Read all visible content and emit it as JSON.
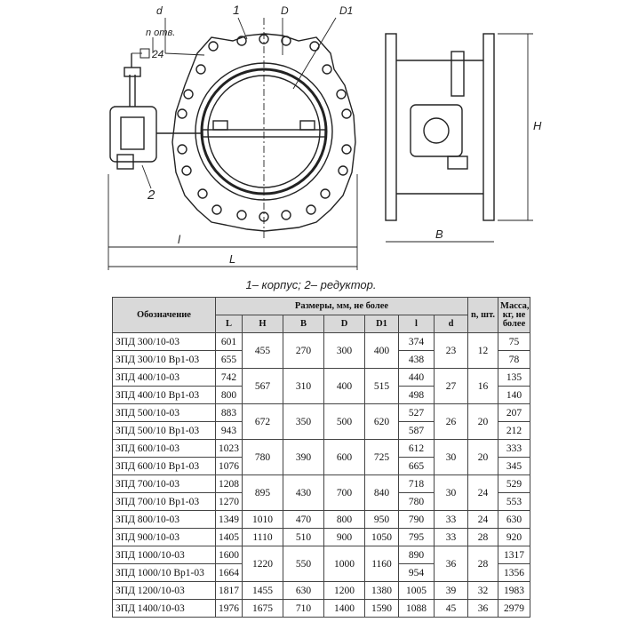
{
  "drawing": {
    "labels": {
      "d": "d",
      "n_otv": "n отв.",
      "one": "1",
      "D": "D",
      "D1": "D1",
      "square": "24",
      "two": "2",
      "l": "l",
      "L": "L",
      "B": "B",
      "H": "H"
    }
  },
  "caption": "1– корпус; 2– редуктор.",
  "table": {
    "headers": {
      "designation": "Обозначение",
      "dimensions": "Размеры, мм, не более",
      "n": "n, шт.",
      "mass": "Масса, кг, не более",
      "L": "L",
      "H": "H",
      "B": "B",
      "D": "D",
      "D1": "D1",
      "l": "l",
      "d": "d"
    },
    "groups": [
      {
        "rows": [
          {
            "name": "ЗПД 300/10-03",
            "L": "601",
            "l": "374",
            "mass": "75"
          },
          {
            "name": "ЗПД 300/10 Вр1-03",
            "L": "655",
            "l": "438",
            "mass": "78"
          }
        ],
        "H": "455",
        "B": "270",
        "D": "300",
        "D1": "400",
        "d": "23",
        "n": "12"
      },
      {
        "rows": [
          {
            "name": "ЗПД 400/10-03",
            "L": "742",
            "l": "440",
            "mass": "135"
          },
          {
            "name": "ЗПД 400/10 Вр1-03",
            "L": "800",
            "l": "498",
            "mass": "140"
          }
        ],
        "H": "567",
        "B": "310",
        "D": "400",
        "D1": "515",
        "d": "27",
        "n": "16"
      },
      {
        "rows": [
          {
            "name": "ЗПД 500/10-03",
            "L": "883",
            "l": "527",
            "mass": "207"
          },
          {
            "name": "ЗПД 500/10 Вр1-03",
            "L": "943",
            "l": "587",
            "mass": "212"
          }
        ],
        "H": "672",
        "B": "350",
        "D": "500",
        "D1": "620",
        "d": "26",
        "n": "20"
      },
      {
        "rows": [
          {
            "name": "ЗПД 600/10-03",
            "L": "1023",
            "l": "612",
            "mass": "333"
          },
          {
            "name": "ЗПД 600/10 Вр1-03",
            "L": "1076",
            "l": "665",
            "mass": "345"
          }
        ],
        "H": "780",
        "B": "390",
        "D": "600",
        "D1": "725",
        "d": "30",
        "n": "20"
      },
      {
        "rows": [
          {
            "name": "ЗПД 700/10-03",
            "L": "1208",
            "l": "718",
            "mass": "529"
          },
          {
            "name": "ЗПД 700/10 Вр1-03",
            "L": "1270",
            "l": "780",
            "mass": "553"
          }
        ],
        "H": "895",
        "B": "430",
        "D": "700",
        "D1": "840",
        "d": "30",
        "n": "24"
      },
      {
        "rows": [
          {
            "name": "ЗПД 800/10-03",
            "L": "1349",
            "l": "790",
            "mass": "630"
          }
        ],
        "H": "1010",
        "B": "470",
        "D": "800",
        "D1": "950",
        "d": "33",
        "n": "24"
      },
      {
        "rows": [
          {
            "name": "ЗПД 900/10-03",
            "L": "1405",
            "l": "795",
            "mass": "920"
          }
        ],
        "H": "1110",
        "B": "510",
        "D": "900",
        "D1": "1050",
        "d": "33",
        "n": "28"
      },
      {
        "rows": [
          {
            "name": "ЗПД 1000/10-03",
            "L": "1600",
            "l": "890",
            "mass": "1317"
          },
          {
            "name": "ЗПД 1000/10 Вр1-03",
            "L": "1664",
            "l": "954",
            "mass": "1356"
          }
        ],
        "H": "1220",
        "B": "550",
        "D": "1000",
        "D1": "1160",
        "d": "36",
        "n": "28"
      },
      {
        "rows": [
          {
            "name": "ЗПД 1200/10-03",
            "L": "1817",
            "l": "1005",
            "mass": "1983"
          }
        ],
        "H": "1455",
        "B": "630",
        "D": "1200",
        "D1": "1380",
        "d": "39",
        "n": "32"
      },
      {
        "rows": [
          {
            "name": "ЗПД 1400/10-03",
            "L": "1976",
            "l": "1088",
            "mass": "2979"
          }
        ],
        "H": "1675",
        "B": "710",
        "D": "1400",
        "D1": "1590",
        "d": "45",
        "n": "36"
      }
    ]
  }
}
